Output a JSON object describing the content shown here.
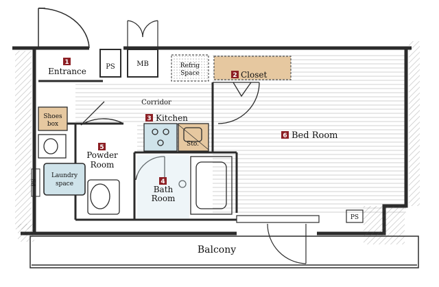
{
  "rooms": {
    "entrance": {
      "num": "1",
      "label": "Entrance"
    },
    "closet": {
      "num": "2",
      "label": "Closet"
    },
    "kitchen": {
      "num": "3",
      "label": "Kitchen"
    },
    "bath": {
      "num": "4",
      "label_1": "Bath",
      "label_2": "Room"
    },
    "powder": {
      "num": "5",
      "label_1": "Powder",
      "label_2": "Room"
    },
    "bedroom": {
      "num": "6",
      "label": "Bed Room"
    }
  },
  "labels": {
    "ps_top": "PS",
    "mb": "MB",
    "refrig_1": "Refrig",
    "refrig_2": "Space",
    "corridor": "Corridor",
    "shoes_1": "Shoes",
    "shoes_2": "box",
    "laundry_1": "Laundry",
    "laundry_2": "space",
    "ps_left": "PS",
    "sto": "Sto.",
    "ps_right": "PS",
    "balcony": "Balcony"
  },
  "colors": {
    "wall": "#2b2b2b",
    "badge": "#8c1f24",
    "accent_fill": "#e6c8a0",
    "wet_fill": "#cfe3ea",
    "floor_lines": "#b8b8b8"
  }
}
